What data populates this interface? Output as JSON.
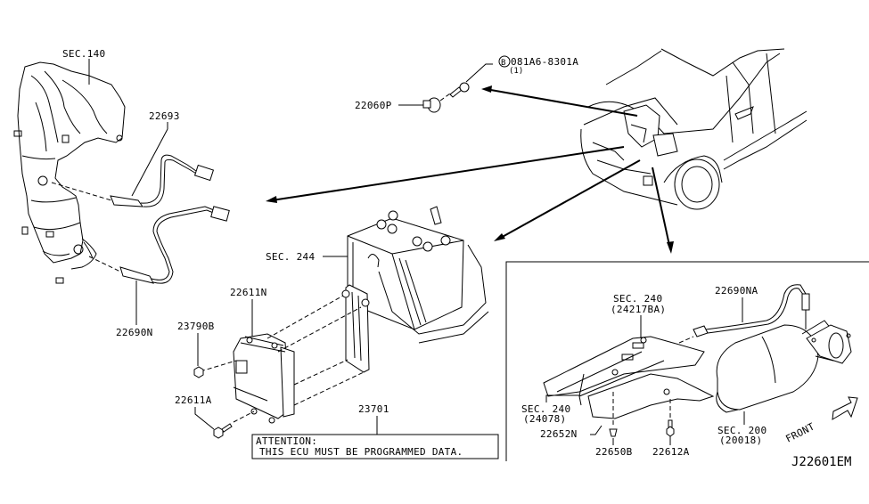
{
  "diagram": {
    "id": "J22601EM",
    "labels": {
      "sec140": "SEC.140",
      "p22693": "22693",
      "p22690N": "22690N",
      "p22060P": "22060P",
      "bolt": "081A6-8301A",
      "bolt_circle": "B",
      "bolt_qty": "(1)",
      "sec244": "SEC. 244",
      "p22611N": "22611N",
      "p23790B": "23790B",
      "p22611A": "22611A",
      "p23701": "23701",
      "sec240a": "SEC. 240",
      "sec240a_sub": "(24217BA)",
      "p22690NA": "22690NA",
      "sec240b": "SEC. 240",
      "sec240b_sub": "(24078)",
      "p22652N": "22652N",
      "p22650B": "22650B",
      "p22612A": "22612A",
      "sec200": "SEC. 200",
      "sec200_sub": "(20018)",
      "front": "FRONT"
    },
    "attention": {
      "title": "ATTENTION:",
      "text": "THIS ECU MUST BE PROGRAMMED DATA."
    }
  }
}
